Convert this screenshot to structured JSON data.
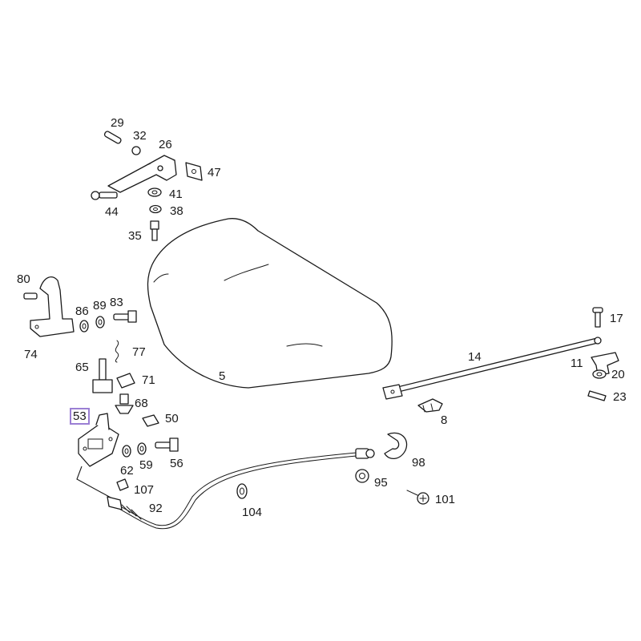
{
  "diagram": {
    "highlighted_part": "53",
    "labels": [
      {
        "id": "29",
        "text": "29"
      },
      {
        "id": "32",
        "text": "32"
      },
      {
        "id": "26",
        "text": "26"
      },
      {
        "id": "47",
        "text": "47"
      },
      {
        "id": "41",
        "text": "41"
      },
      {
        "id": "44",
        "text": "44"
      },
      {
        "id": "38",
        "text": "38"
      },
      {
        "id": "35",
        "text": "35"
      },
      {
        "id": "80",
        "text": "80"
      },
      {
        "id": "86",
        "text": "86"
      },
      {
        "id": "89",
        "text": "89"
      },
      {
        "id": "83",
        "text": "83"
      },
      {
        "id": "74",
        "text": "74"
      },
      {
        "id": "77",
        "text": "77"
      },
      {
        "id": "65",
        "text": "65"
      },
      {
        "id": "71",
        "text": "71"
      },
      {
        "id": "5",
        "text": "5"
      },
      {
        "id": "68",
        "text": "68"
      },
      {
        "id": "53",
        "text": "53"
      },
      {
        "id": "50",
        "text": "50"
      },
      {
        "id": "62",
        "text": "62"
      },
      {
        "id": "59",
        "text": "59"
      },
      {
        "id": "56",
        "text": "56"
      },
      {
        "id": "107",
        "text": "107"
      },
      {
        "id": "92",
        "text": "92"
      },
      {
        "id": "104",
        "text": "104"
      },
      {
        "id": "95",
        "text": "95"
      },
      {
        "id": "98",
        "text": "98"
      },
      {
        "id": "101",
        "text": "101"
      },
      {
        "id": "14",
        "text": "14"
      },
      {
        "id": "17",
        "text": "17"
      },
      {
        "id": "11",
        "text": "11"
      },
      {
        "id": "20",
        "text": "20"
      },
      {
        "id": "23",
        "text": "23"
      },
      {
        "id": "8",
        "text": "8"
      }
    ]
  }
}
